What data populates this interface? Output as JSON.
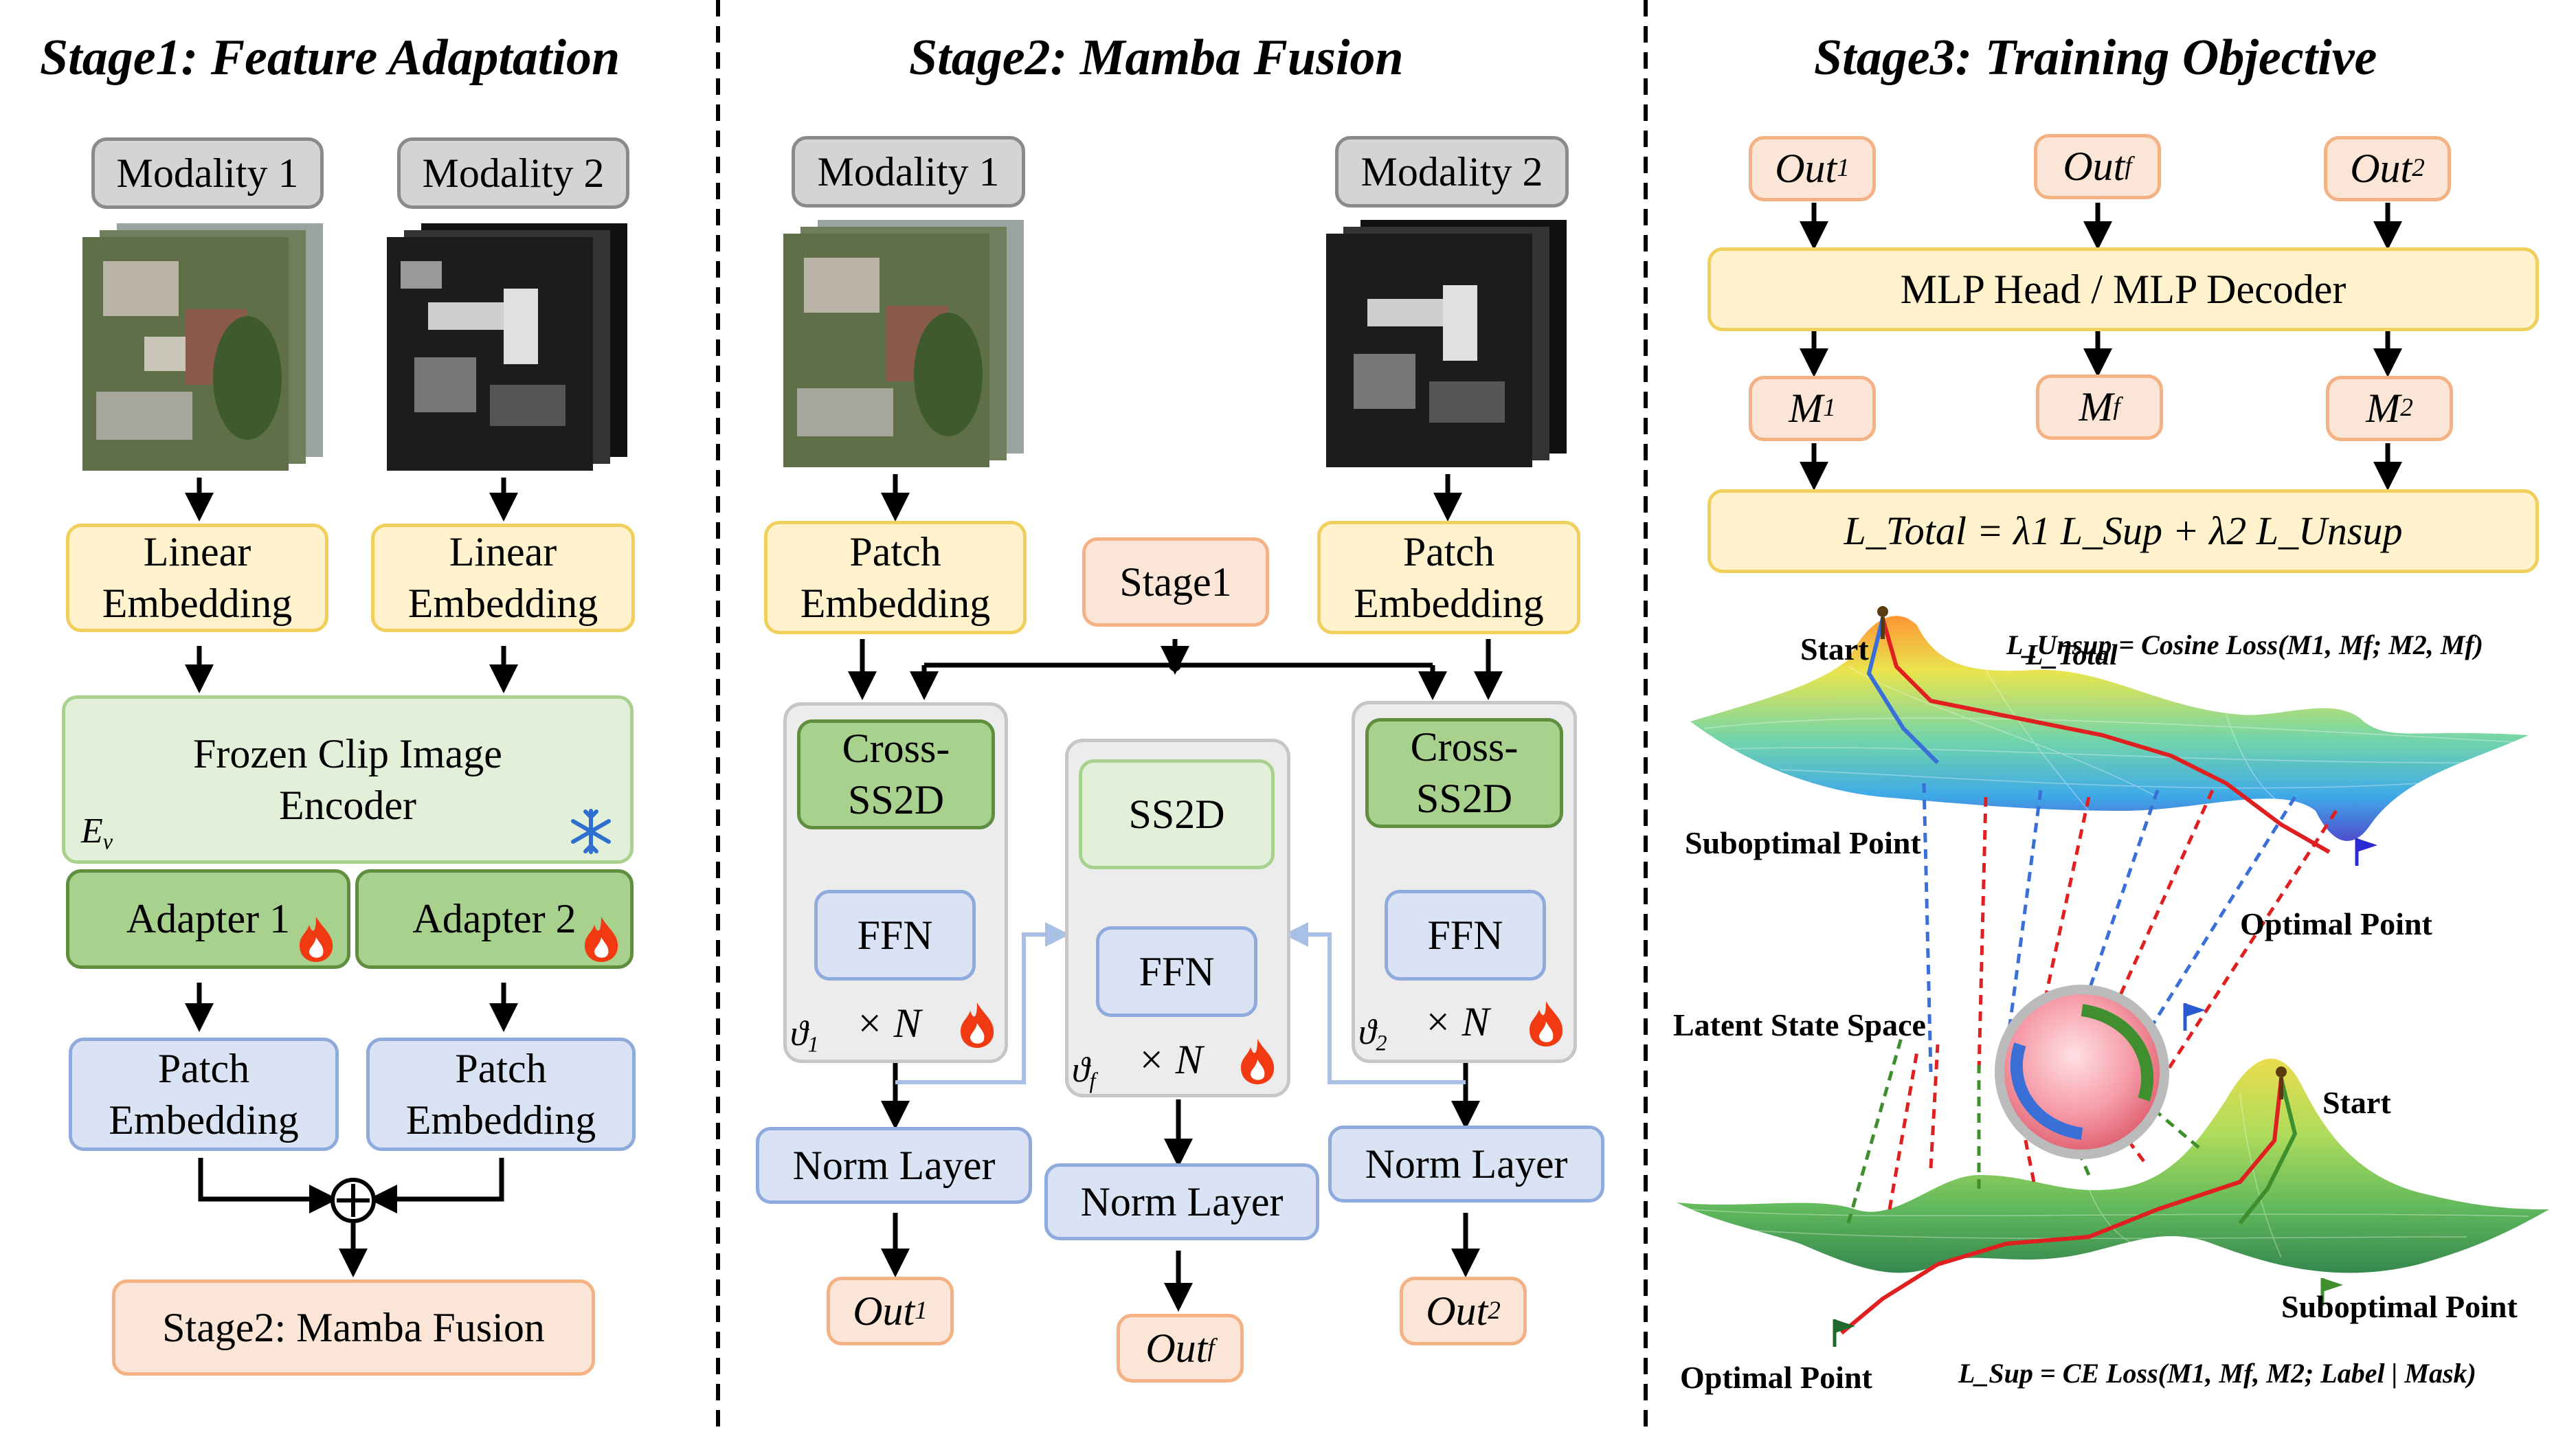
{
  "stage1": {
    "title": "Stage1:  Feature Adaptation",
    "modality1": "Modality 1",
    "modality2": "Modality 2",
    "linear_embedding_1": "Linear Embedding",
    "linear_embedding_2": "Linear Embedding",
    "encoder": "Frozen Clip Image Encoder",
    "encoder_symbol": "E",
    "encoder_symbol_sub": "v",
    "adapter1": "Adapter 1",
    "adapter2": "Adapter 2",
    "patch_embedding_1": "Patch Embedding",
    "patch_embedding_2": "Patch Embedding",
    "sum_symbol": "⊕",
    "output": "Stage2: Mamba Fusion"
  },
  "stage2": {
    "title": "Stage2: Mamba Fusion",
    "modality1": "Modality 1",
    "modality2": "Modality 2",
    "patch_embedding_1": "Patch Embedding",
    "patch_embedding_2": "Patch Embedding",
    "stage1": "Stage1",
    "cross_ss2d_1": "Cross-SS2D",
    "cross_ss2d_2": "Cross-SS2D",
    "ss2d": "SS2D",
    "ffn": "FFN",
    "repeat": "× N",
    "theta1": "ϑ",
    "theta1_sub": "1",
    "thetaf": "ϑ",
    "thetaf_sub": "f",
    "theta2": "ϑ",
    "theta2_sub": "2",
    "norm_layer": "Norm Layer",
    "out_base": "Out",
    "out1_sub": "1",
    "outf_sub": "f",
    "out2_sub": "2"
  },
  "stage3": {
    "title": "Stage3: Training Objective",
    "out_base": "Out",
    "out1_sub": "1",
    "outf_sub": "f",
    "out2_sub": "2",
    "decoder": "MLP Head / MLP Decoder",
    "m_base": "M",
    "m1_sub": "1",
    "mf_sub": "f",
    "m2_sub": "2",
    "loss_total": "L_Total = λ1 L_Sup + λ2 L_Unsup",
    "l_unsup": "L_Unsup = Cosine Loss(M1, Mf; M2, Mf)",
    "l_sup": "L_Sup = CE Loss(M1, Mf, M2; Label | Mask)",
    "start_top": "Start",
    "start_bottom": "Start",
    "suboptimal_top": "Suboptimal Point",
    "suboptimal_bottom": "Suboptimal Point",
    "optimal_top": "Optimal Point",
    "optimal_bottom": "Optimal Point",
    "latent_space": "Latent State Space",
    "sphere_label": "L_Total"
  },
  "icons": [
    "snowflake-icon",
    "fire-icon",
    "flag-icon",
    "hiker-icon"
  ],
  "colors": {
    "gray_fill": "#d4d4d4",
    "yellow_fill": "#fff2cc",
    "green_fill": "#e2f0d9",
    "dark_green_fill": "#a9d18e",
    "blue_fill": "#dae3f3",
    "orange_fill": "#fbe5d6",
    "red_arrow": "#e02020",
    "blue_arrow": "#3a6fd8",
    "green_arrow": "#3f8f2f"
  }
}
